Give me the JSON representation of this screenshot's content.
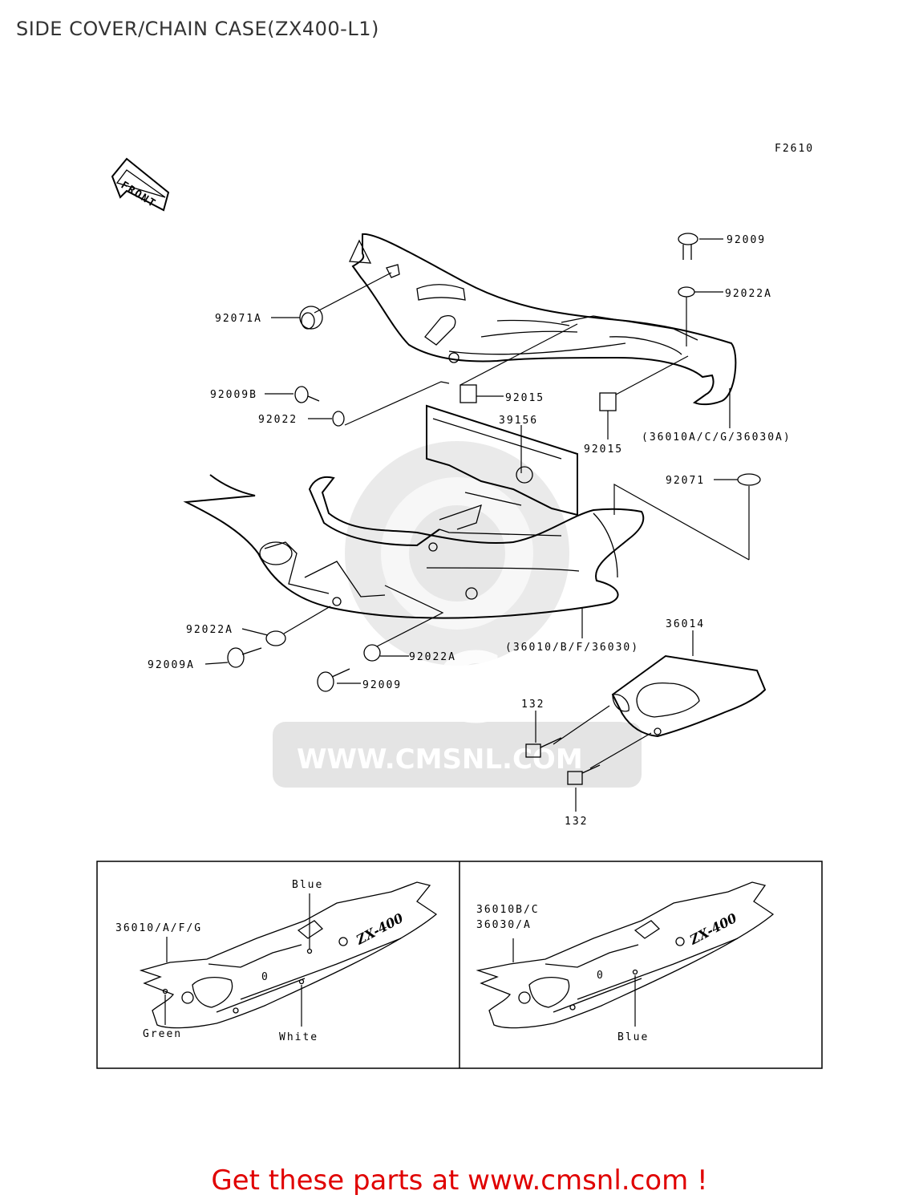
{
  "page": {
    "title": "SIDE COVER/CHAIN CASE(ZX400-L1)",
    "promo": "Get these parts at www.cmsnl.com !"
  },
  "diagram": {
    "figure_code": "F2610",
    "front_label": "FRONT",
    "watermark": {
      "logo": "CMS",
      "url": "WWW.CMSNL.COM"
    },
    "callouts": {
      "p92009_top": "92009",
      "p92022A_top": "92022A",
      "p92071A": "92071A",
      "p92009B": "92009B",
      "p92022": "92022",
      "p92015_left": "92015",
      "p92015_right": "92015",
      "p36010A": "(36010A/C/G/36030A)",
      "p39156": "39156",
      "p92071": "92071",
      "p92022A_left": "92022A",
      "p92009A": "92009A",
      "p92022A_mid": "92022A",
      "p92009_mid": "92009",
      "p36010B": "(36010/B/F/36030)",
      "p36014": "36014",
      "p132_top": "132",
      "p132_bottom": "132"
    },
    "inset_left": {
      "part": "36010/A/F/G",
      "decal": "ZX-400",
      "colors": [
        "Blue",
        "Green",
        "White"
      ]
    },
    "inset_right": {
      "part_line1": "36010B/C",
      "part_line2": "36030/A",
      "decal": "ZX-400",
      "color": "Blue"
    },
    "colors": {
      "promo": "#e00000",
      "watermark": "#d8d8d8"
    }
  }
}
